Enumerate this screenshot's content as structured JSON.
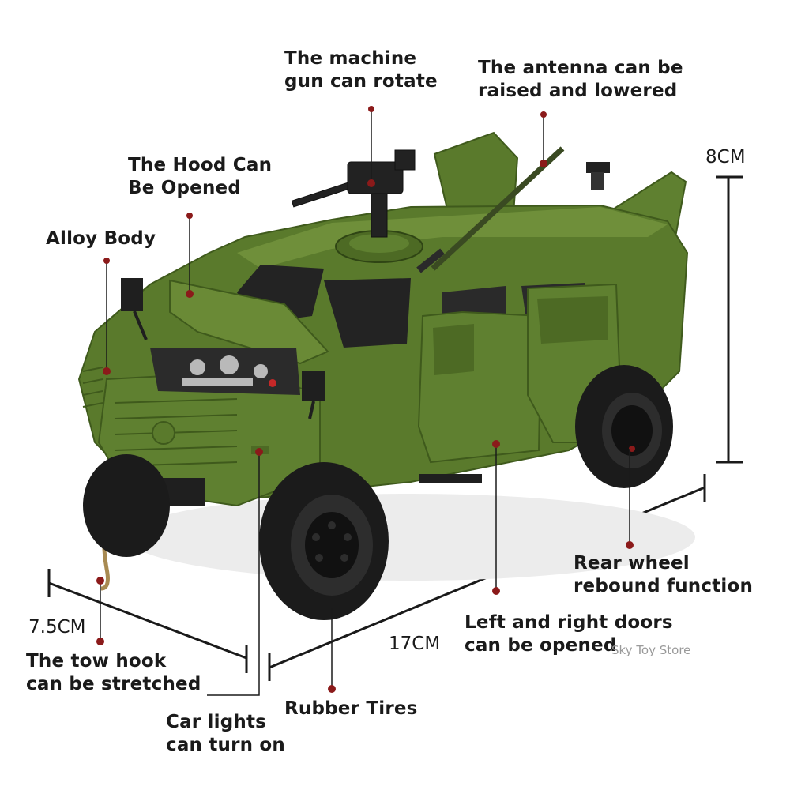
{
  "labels": {
    "machine_gun": "The machine\ngun can rotate",
    "antenna": "The antenna can be\nraised and lowered",
    "hood": "The Hood Can\nBe Opened",
    "alloy": "Alloy Body",
    "rear_wheel": "Rear wheel\nrebound function",
    "doors": "Left and right doors\ncan be opened",
    "tow_hook": "The tow hook\ncan be stretched",
    "tires": "Rubber Tires",
    "lights": "Car lights\ncan turn on"
  },
  "dimensions": {
    "height": "8CM",
    "width": "7.5CM",
    "length": "17CM"
  },
  "watermark": "Sky Toy Store",
  "colors": {
    "body": "#5a7a2c",
    "body_dark": "#3f5a1c",
    "body_light": "#7a9a44",
    "tire": "#1b1b1b",
    "dot": "#8b1a1a",
    "line": "#1a1a1a"
  }
}
